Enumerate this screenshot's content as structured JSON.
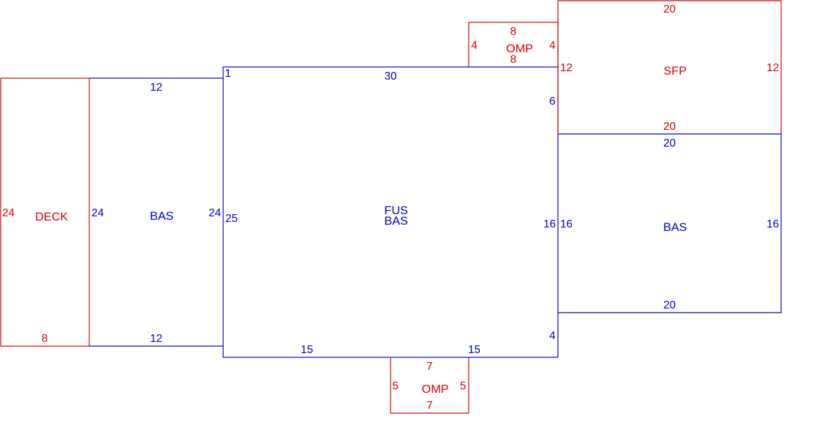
{
  "colors": {
    "red": "#d40000",
    "blue": "#0000c0"
  },
  "deck": {
    "label": "DECK",
    "left": "24",
    "bottom": "8"
  },
  "bas_left": {
    "label": "BAS",
    "top": "12",
    "left": "24",
    "right": "24",
    "bottom": "12"
  },
  "main": {
    "label1": "FUS",
    "label2": "BAS",
    "corner": "1",
    "top": "30",
    "left": "25",
    "right": "16",
    "right_upper": "6",
    "right_lower": "4",
    "bottom_left": "15",
    "bottom_right": "15"
  },
  "omp_top": {
    "label": "OMP",
    "top": "8",
    "bottom": "8",
    "left": "4",
    "right": "4"
  },
  "omp_bottom": {
    "label": "OMP",
    "top": "7",
    "bottom": "7",
    "left": "5",
    "right": "5"
  },
  "sfp": {
    "label": "SFP",
    "top": "20",
    "bottom": "20",
    "left": "12",
    "right": "12"
  },
  "bas_right": {
    "label": "BAS",
    "top": "20",
    "bottom": "20",
    "left": "16",
    "right": "16"
  }
}
